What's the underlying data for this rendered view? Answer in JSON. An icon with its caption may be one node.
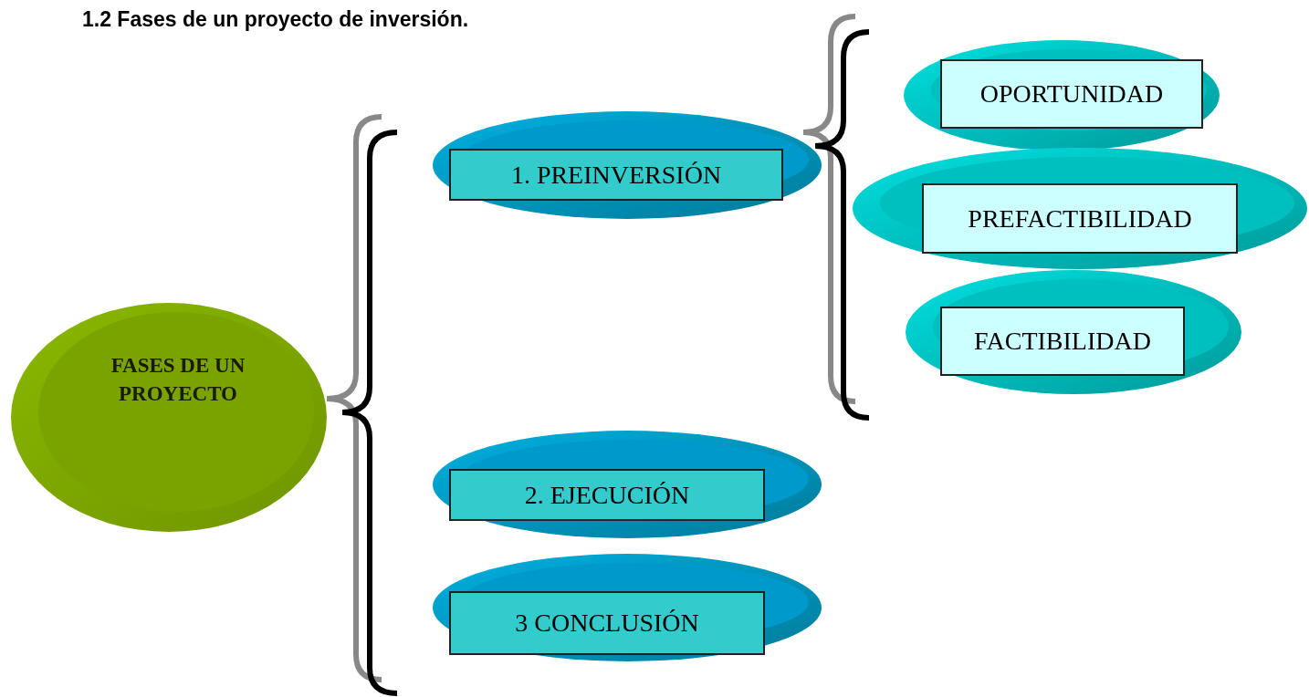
{
  "diagram": {
    "title": "1.2 Fases de un proyecto de inversión.",
    "nodes": [
      {
        "text": [
          "FASES DE UN PROYECTO"
        ]
      },
      {
        "text": [
          "1. PREINVERSIÓN"
        ]
      },
      {
        "text": [
          "2. EJECUCIÓN"
        ]
      },
      {
        "text": [
          "3 CONCLUSIÓN"
        ]
      },
      {
        "text": [
          "OPORTUNIDAD"
        ]
      },
      {
        "text": [
          "PREFACTIBILIDAD"
        ]
      },
      {
        "text": [
          "FACTIBILIDAD"
        ]
      }
    ]
  }
}
